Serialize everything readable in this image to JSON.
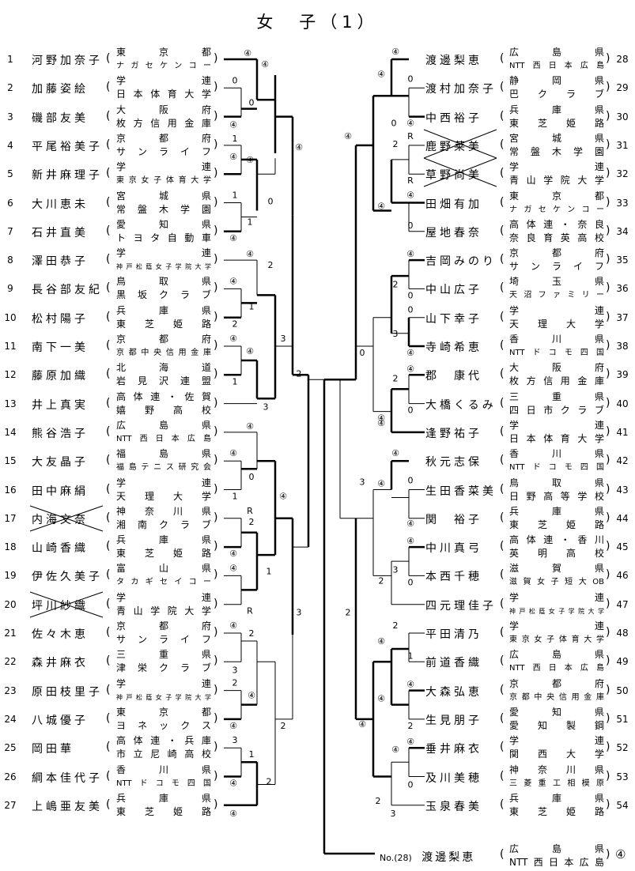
{
  "title": "女　子（1）",
  "left": [
    {
      "no": "1",
      "name": "河野加奈子",
      "aff1": "東京都",
      "aff2": "ナガセケンコー"
    },
    {
      "no": "2",
      "name": "加藤姿絵",
      "aff1": "学連",
      "aff2": "日本体育大学"
    },
    {
      "no": "3",
      "name": "磯部友美",
      "aff1": "大阪府",
      "aff2": "枚方信用金庫"
    },
    {
      "no": "4",
      "name": "平尾裕美子",
      "aff1": "京都府",
      "aff2": "サンライフ"
    },
    {
      "no": "5",
      "name": "新井麻理子",
      "aff1": "学連",
      "aff2": "東京女子体育大学"
    },
    {
      "no": "6",
      "name": "大川恵未",
      "aff1": "宮城県",
      "aff2": "常盤木学園"
    },
    {
      "no": "7",
      "name": "石井直美",
      "aff1": "愛知県",
      "aff2": "トヨタ自動車"
    },
    {
      "no": "8",
      "name": "澤田恭子",
      "aff1": "学連",
      "aff2": "神戸松蔭女子学院大学"
    },
    {
      "no": "9",
      "name": "長谷部友紀",
      "aff1": "鳥取県",
      "aff2": "黒坂クラブ"
    },
    {
      "no": "10",
      "name": "松村陽子",
      "aff1": "兵庫県",
      "aff2": "東芝姫路"
    },
    {
      "no": "11",
      "name": "南下一美",
      "aff1": "京都府",
      "aff2": "京都中央信用金庫"
    },
    {
      "no": "12",
      "name": "藤原加織",
      "aff1": "北海道",
      "aff2": "岩見沢連盟"
    },
    {
      "no": "13",
      "name": "井上真実",
      "aff1": "高体連・佐賀",
      "aff2": "嬉野高校"
    },
    {
      "no": "14",
      "name": "熊谷浩子",
      "aff1": "広島県",
      "aff2": "NTT西日本広島"
    },
    {
      "no": "15",
      "name": "大友晶子",
      "aff1": "福島県",
      "aff2": "福島テニス研究会"
    },
    {
      "no": "16",
      "name": "田中麻絹",
      "aff1": "学連",
      "aff2": "天理大学"
    },
    {
      "no": "17",
      "name": "内海文奈",
      "aff1": "神奈川県",
      "aff2": "湘南クラブ"
    },
    {
      "no": "18",
      "name": "山崎香織",
      "aff1": "兵庫県",
      "aff2": "東芝姫路"
    },
    {
      "no": "19",
      "name": "伊佐久美子",
      "aff1": "富山県",
      "aff2": "タカギセイコー"
    },
    {
      "no": "20",
      "name": "坪川紗織",
      "aff1": "学連",
      "aff2": "青山学院大学"
    },
    {
      "no": "21",
      "name": "佐々木恵",
      "aff1": "京都府",
      "aff2": "サンライフ"
    },
    {
      "no": "22",
      "name": "森井麻衣",
      "aff1": "三重県",
      "aff2": "津栄クラブ"
    },
    {
      "no": "23",
      "name": "原田枝里子",
      "aff1": "学連",
      "aff2": "神戸松蔭女子学院大学"
    },
    {
      "no": "24",
      "name": "八城優子",
      "aff1": "東京都",
      "aff2": "ヨネックス"
    },
    {
      "no": "25",
      "name": "岡田華",
      "aff1": "高体連・兵庫",
      "aff2": "市立尼崎高校"
    },
    {
      "no": "26",
      "name": "綱本佳代子",
      "aff1": "香川県",
      "aff2": "NTTドコモ四国"
    },
    {
      "no": "27",
      "name": "上嶋亜友美",
      "aff1": "兵庫県",
      "aff2": "東芝姫路"
    }
  ],
  "right": [
    {
      "no": "28",
      "name": "渡邊梨恵",
      "aff1": "広島県",
      "aff2": "NTT西日本広島"
    },
    {
      "no": "29",
      "name": "渡村加奈子",
      "aff1": "静岡県",
      "aff2": "巴クラブ"
    },
    {
      "no": "30",
      "name": "中西裕子",
      "aff1": "兵庫県",
      "aff2": "東芝姫路"
    },
    {
      "no": "31",
      "name": "鹿野莱美",
      "aff1": "宮城県",
      "aff2": "常盤木学園"
    },
    {
      "no": "32",
      "name": "草野尚美",
      "aff1": "学連",
      "aff2": "青山学院大学"
    },
    {
      "no": "33",
      "name": "田畑有加",
      "aff1": "東京都",
      "aff2": "ナガセケンコー"
    },
    {
      "no": "34",
      "name": "屋地春奈",
      "aff1": "高体連・奈良",
      "aff2": "奈良育英高校"
    },
    {
      "no": "35",
      "name": "吉岡みのり",
      "aff1": "京都府",
      "aff2": "サンライフ"
    },
    {
      "no": "36",
      "name": "中山広子",
      "aff1": "埼玉県",
      "aff2": "天沼ファミリー"
    },
    {
      "no": "37",
      "name": "山下幸子",
      "aff1": "学連",
      "aff2": "天理大学"
    },
    {
      "no": "38",
      "name": "寺崎希恵",
      "aff1": "香川県",
      "aff2": "NTTドコモ四国"
    },
    {
      "no": "39",
      "name": "郡　康代",
      "aff1": "大阪府",
      "aff2": "枚方信用金庫"
    },
    {
      "no": "40",
      "name": "大橋くるみ",
      "aff1": "三重県",
      "aff2": "四日市クラブ"
    },
    {
      "no": "41",
      "name": "逢野祐子",
      "aff1": "学連",
      "aff2": "日本体育大学"
    },
    {
      "no": "42",
      "name": "秋元志保",
      "aff1": "香川県",
      "aff2": "NTTドコモ四国"
    },
    {
      "no": "43",
      "name": "生田香菜美",
      "aff1": "鳥取県",
      "aff2": "日野高等学校"
    },
    {
      "no": "44",
      "name": "関　裕子",
      "aff1": "兵庫県",
      "aff2": "東芝姫路"
    },
    {
      "no": "45",
      "name": "中川真弓",
      "aff1": "高体連・香川",
      "aff2": "英明高校"
    },
    {
      "no": "46",
      "name": "本西千穂",
      "aff1": "滋賀県",
      "aff2": "滋賀女子短大OB"
    },
    {
      "no": "47",
      "name": "四元理佳子",
      "aff1": "学連",
      "aff2": "神戸松蔭女子学院大学"
    },
    {
      "no": "48",
      "name": "平田清乃",
      "aff1": "学連",
      "aff2": "東京女子体育大学"
    },
    {
      "no": "49",
      "name": "前道香織",
      "aff1": "広島県",
      "aff2": "NTT西日本広島"
    },
    {
      "no": "50",
      "name": "大森弘恵",
      "aff1": "京都府",
      "aff2": "京都中央信用金庫"
    },
    {
      "no": "51",
      "name": "生見朋子",
      "aff1": "愛知県",
      "aff2": "愛知製鋼"
    },
    {
      "no": "52",
      "name": "垂井麻衣",
      "aff1": "学連",
      "aff2": "関西大学"
    },
    {
      "no": "53",
      "name": "及川美穂",
      "aff1": "神奈川県",
      "aff2": "三菱重工相模原"
    },
    {
      "no": "54",
      "name": "玉泉春美",
      "aff1": "兵庫県",
      "aff2": "東芝姫路"
    }
  ],
  "withdrawn_left": [
    "17",
    "20"
  ],
  "withdrawn_right": [
    "31",
    "32"
  ],
  "final": {
    "label": "No.(28)",
    "name": "渡邊梨恵",
    "aff1": "広島県",
    "aff2": "NTT西日本広島",
    "score": "④"
  },
  "scores": {
    "L1": "④",
    "L1b": "④",
    "L2": "0",
    "L3": "④",
    "L3b": "0",
    "L4": "1",
    "L5": "④",
    "L5b": "④",
    "L6": "1",
    "L7": "④",
    "L7b": "1",
    "L67": "0",
    "L8": "④",
    "L8b": "2",
    "L9": "④",
    "L10": "2",
    "L910": "1",
    "L11": "④",
    "L12": "1",
    "L1112": "④",
    "L13": "3",
    "L1to7": "④",
    "L8to13": "3",
    "L14": "④",
    "L15": "④",
    "L16": "1",
    "L1516": "0",
    "L17": "R",
    "L18": "2",
    "L18b": "④",
    "L19": "④",
    "L20": "R",
    "L1920": "1",
    "L1418": "④",
    "L1420": "3",
    "L21": "④",
    "L22": "3",
    "L2122": "2",
    "L23": "2",
    "L24": "④",
    "L2324": "④",
    "L25": "3",
    "L26": "④",
    "L2526": "1",
    "L27": "④",
    "L2527": "2",
    "L2127": "2",
    "Ltop": "④",
    "Lbot": "3",
    "center": "2",
    "R28": "④",
    "R28b": "④",
    "R29": "0",
    "R30": "④",
    "R30b": "0",
    "R31": "R",
    "R32": "R",
    "R3132": "2",
    "R33": "④",
    "R34": "0",
    "R35": "④",
    "R36": "0",
    "R3536": "2",
    "R37": "0",
    "R38": "3",
    "R38b": "④",
    "R3738": "3",
    "R39": "④",
    "R40": "0",
    "R3940": "2",
    "R41": "④",
    "R3941": "④",
    "R3541": "0",
    "R2834": "④",
    "R2841": "④",
    "R42": "④",
    "R43": "0",
    "R44": "④",
    "R4344": "④",
    "R45": "④",
    "R46": "0",
    "R4546": "3",
    "R47": "2",
    "R4547": "2",
    "R4247": "3",
    "R48": "2",
    "R49": "1",
    "R4849": "④",
    "R50": "④",
    "R51": "2",
    "R5051": "④",
    "R4851": "④",
    "R52": "④",
    "R53": "0",
    "R5253": "④",
    "R54": "3",
    "R5254": "2",
    "R4854": "④",
    "R4254": "2"
  }
}
